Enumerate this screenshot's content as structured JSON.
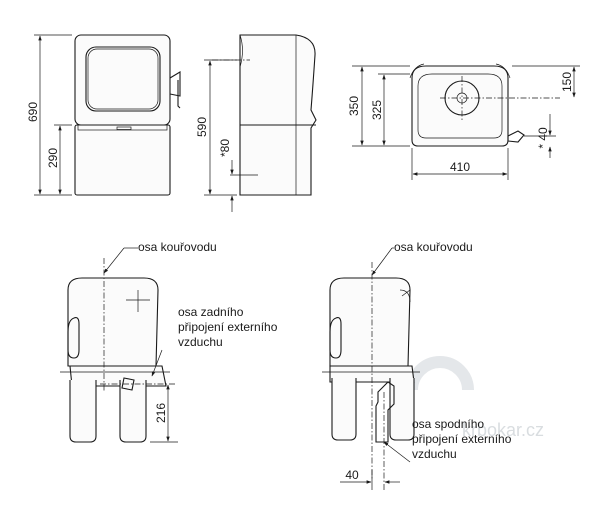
{
  "dimensions": {
    "front_height": "690",
    "front_lower": "290",
    "side_height": "590",
    "side_star": "*80",
    "top_depth": "350",
    "top_inner": "325",
    "top_width": "410",
    "top_offset": "150",
    "top_star": "* 40",
    "rear_216": "216",
    "bottom_40": "40"
  },
  "labels": {
    "flue_axis_left": "osa kouřovodu",
    "flue_axis_right": "osa kouřovodu",
    "rear_air_1": "osa zadního",
    "rear_air_2": "připojení externího",
    "rear_air_3": "vzduchu",
    "bottom_air_1": "osa spodního",
    "bottom_air_2": "připojení externího",
    "bottom_air_3": "vzduchu"
  },
  "watermark": "krbokar.cz",
  "colors": {
    "line": "#1a1a1a",
    "watermark": "#d9dde0"
  }
}
